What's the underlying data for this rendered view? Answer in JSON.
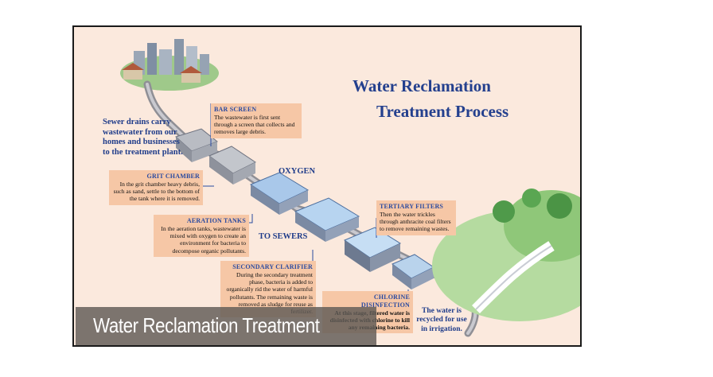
{
  "diagram": {
    "title_line1": "Water Reclamation",
    "title_line2": "Treatment Process",
    "intro_text": "Sewer drains carry wastewater from our homes and businesses to the treatment plant.",
    "label_oxygen": "OXYGEN",
    "label_to_sewers": "TO SEWERS",
    "outro_text": "The water is recycled for use in irrigation.",
    "steps": [
      {
        "heading": "BAR SCREEN",
        "text": "The wastewater is first sent through a screen that collects and removes large debris."
      },
      {
        "heading": "GRIT CHAMBER",
        "text": "In the grit chamber heavy debris, such as sand, settle to the bottom of the tank where it is removed."
      },
      {
        "heading": "AERATION TANKS",
        "text": "In the aeration tanks, wastewater is mixed with oxygen to create an environment for bacteria to decompose organic pollutants."
      },
      {
        "heading": "SECONDARY CLARIFIER",
        "text": "During the secondary treatment phase, bacteria is added to organically rid the water of harmful pollutants. The remaining waste is removed as sludge for reuse as fertilizer."
      },
      {
        "heading": "TERTIARY FILTERS",
        "text": "Then the water trickles through anthracite coal filters to remove remaining wastes."
      },
      {
        "heading": "CHLORINE DISINFECTION",
        "text": "At this stage, filtered water is disinfected with chlorine to kill any remaining bacteria."
      }
    ]
  },
  "caption": "Water Reclamation Treatment",
  "colors": {
    "background": "#fbe9dd",
    "title_blue": "#24408e",
    "callout_box": "#f6c7a6",
    "caption_bar": "#5f5a55"
  }
}
